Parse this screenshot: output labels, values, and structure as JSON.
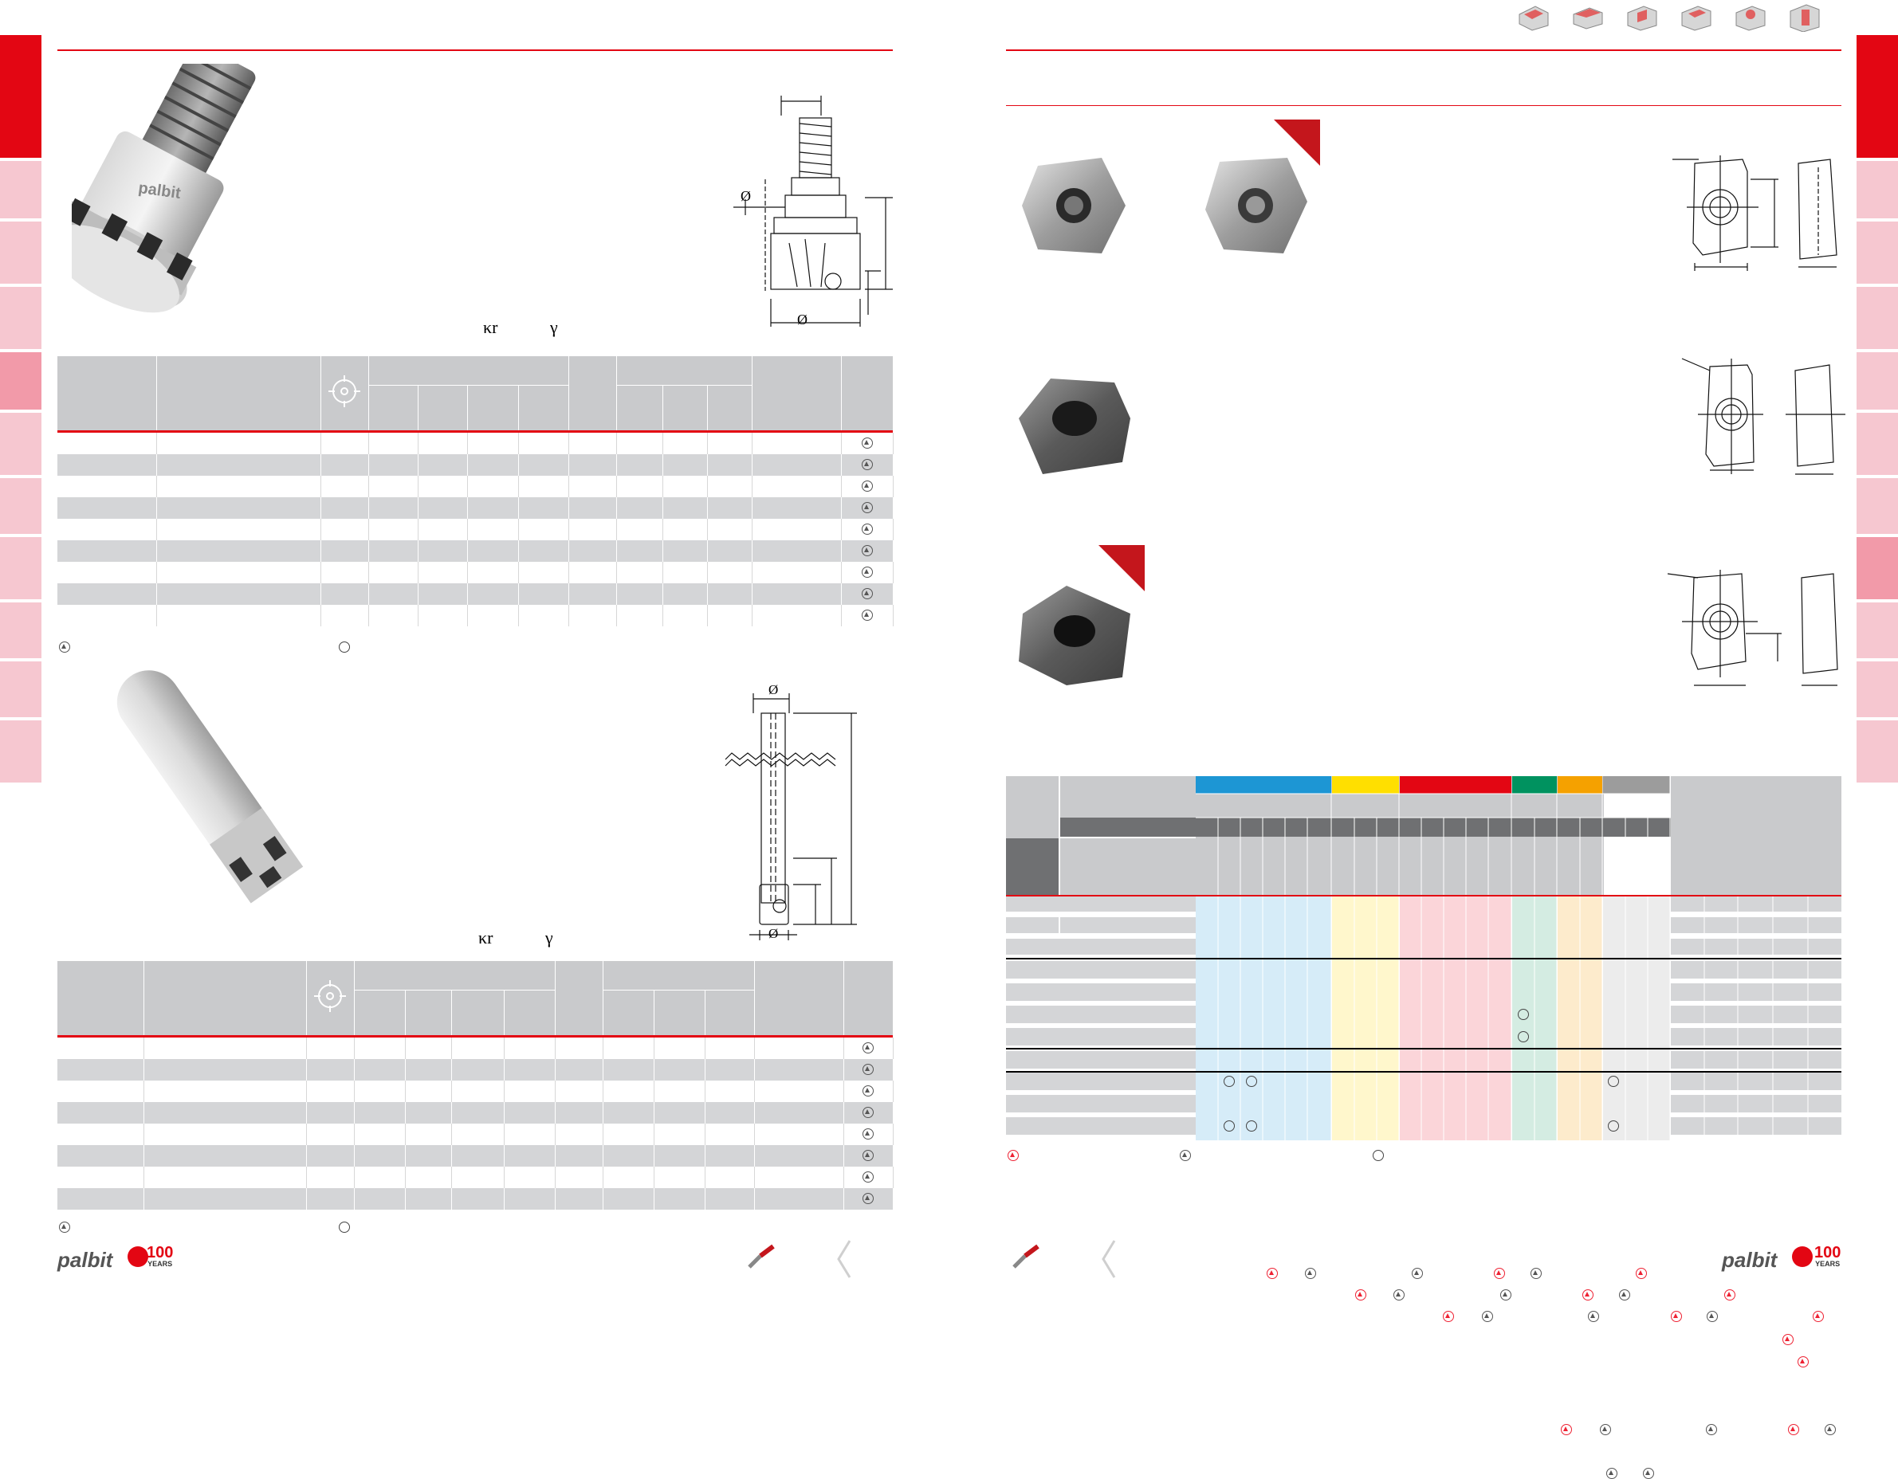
{
  "brand": {
    "logo_text": "palbit",
    "anniversary_number": "100",
    "anniversary_word": "YEARS"
  },
  "cutter1": {
    "kappa_label": "κr",
    "gamma_label": "γ",
    "dim_diameter": "Ø",
    "rows": 9
  },
  "cutter2": {
    "kappa_label": "κr",
    "gamma_label": "γ",
    "dim_diameter_top": "Ø",
    "dim_diameter_bottom": "Ø",
    "rows": 8
  },
  "inserts": [
    "insert-1",
    "insert-2",
    "insert-3"
  ],
  "grade_table": {
    "material_colors": [
      "#1d96d4",
      "#ffdf00",
      "#e30613",
      "#00925f",
      "#f5a100",
      "#9c9c9c"
    ],
    "row_count": 11
  },
  "colors": {
    "brand_red": "#e30613",
    "tab_light": "#f6c7d0",
    "tab_medium": "#f29aa9",
    "table_gray": "#d4d5d7",
    "header_gray": "#b8b9bb"
  }
}
